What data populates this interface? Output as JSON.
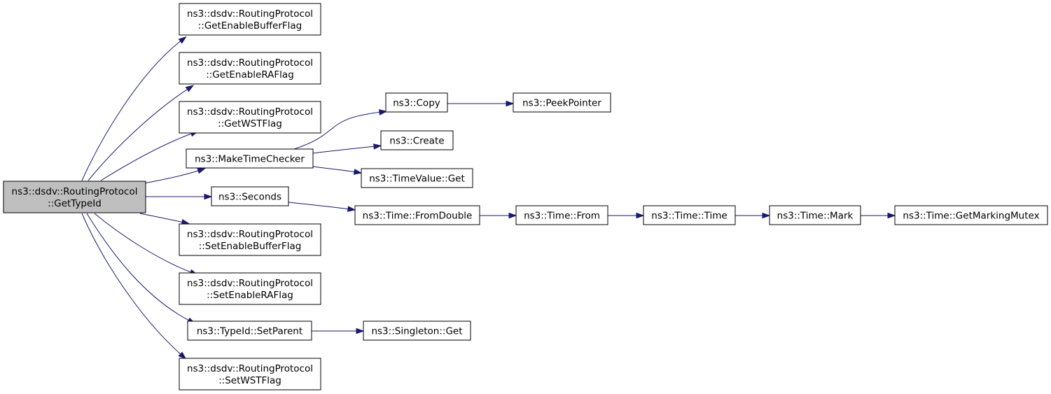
{
  "nodes": {
    "root": [
      "ns3::dsdv::RoutingProtocol",
      "::GetTypeId"
    ],
    "get_enable_buffer_flag": [
      "ns3::dsdv::RoutingProtocol",
      "::GetEnableBufferFlag"
    ],
    "get_enable_ra_flag": [
      "ns3::dsdv::RoutingProtocol",
      "::GetEnableRAFlag"
    ],
    "get_wst_flag": [
      "ns3::dsdv::RoutingProtocol",
      "::GetWSTFlag"
    ],
    "make_time_checker": [
      "ns3::MakeTimeChecker"
    ],
    "seconds": [
      "ns3::Seconds"
    ],
    "set_enable_buffer_flag": [
      "ns3::dsdv::RoutingProtocol",
      "::SetEnableBufferFlag"
    ],
    "set_enable_ra_flag": [
      "ns3::dsdv::RoutingProtocol",
      "::SetEnableRAFlag"
    ],
    "set_parent": [
      "ns3::TypeId::SetParent"
    ],
    "set_wst_flag": [
      "ns3::dsdv::RoutingProtocol",
      "::SetWSTFlag"
    ],
    "copy": [
      "ns3::Copy"
    ],
    "peek_pointer": [
      "ns3::PeekPointer"
    ],
    "create": [
      "ns3::Create"
    ],
    "time_value_get": [
      "ns3::TimeValue::Get"
    ],
    "time_from_double": [
      "ns3::Time::FromDouble"
    ],
    "time_from": [
      "ns3::Time::From"
    ],
    "time_time": [
      "ns3::Time::Time"
    ],
    "time_mark": [
      "ns3::Time::Mark"
    ],
    "time_get_marking_mutex": [
      "ns3::Time::GetMarkingMutex"
    ],
    "singleton_get": [
      "ns3::Singleton::Get"
    ]
  },
  "edges": [
    [
      "root",
      "get_enable_buffer_flag"
    ],
    [
      "root",
      "get_enable_ra_flag"
    ],
    [
      "root",
      "get_wst_flag"
    ],
    [
      "root",
      "make_time_checker"
    ],
    [
      "root",
      "seconds"
    ],
    [
      "root",
      "set_enable_buffer_flag"
    ],
    [
      "root",
      "set_enable_ra_flag"
    ],
    [
      "root",
      "set_parent"
    ],
    [
      "root",
      "set_wst_flag"
    ],
    [
      "make_time_checker",
      "copy"
    ],
    [
      "make_time_checker",
      "create"
    ],
    [
      "make_time_checker",
      "time_value_get"
    ],
    [
      "copy",
      "peek_pointer"
    ],
    [
      "seconds",
      "time_from_double"
    ],
    [
      "time_from_double",
      "time_from"
    ],
    [
      "time_from",
      "time_time"
    ],
    [
      "time_time",
      "time_mark"
    ],
    [
      "time_mark",
      "time_get_marking_mutex"
    ],
    [
      "set_parent",
      "singleton_get"
    ]
  ],
  "colors": {
    "edge": "#191970",
    "root_fill": "#bfbfbf",
    "node_fill": "#ffffff",
    "node_border": "#000000"
  }
}
